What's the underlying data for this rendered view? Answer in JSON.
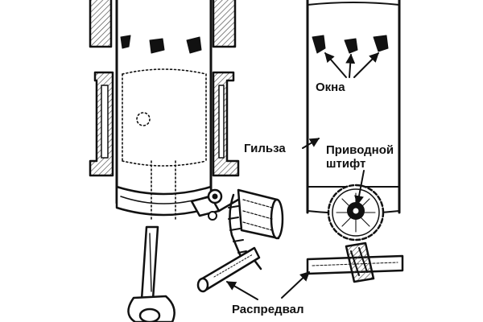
{
  "labels": {
    "windows": "Окна",
    "sleeve": "Гильза",
    "drive_pin_line1": "Приводной",
    "drive_pin_line2": "штифт",
    "camshaft": "Распредвал"
  },
  "colors": {
    "ink": "#111111",
    "paper": "#ffffff",
    "hatch": "#444444"
  }
}
